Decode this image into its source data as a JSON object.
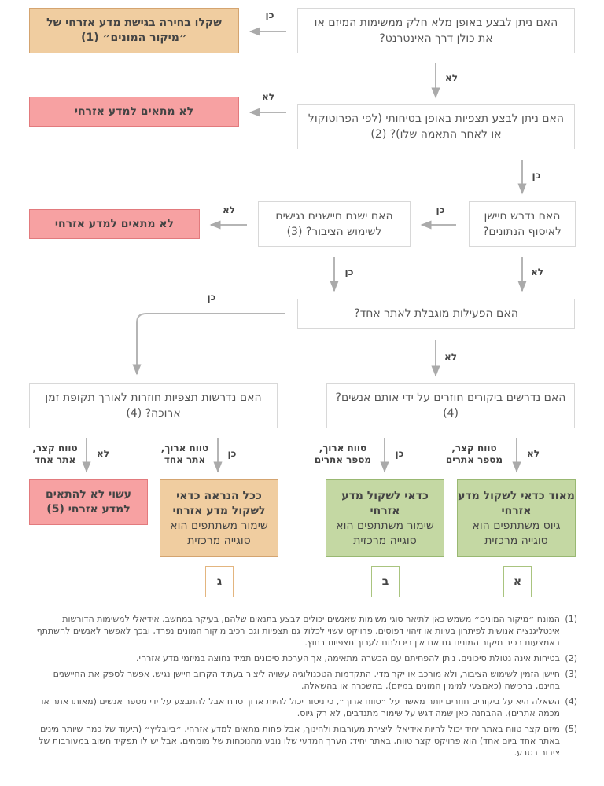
{
  "boxes": {
    "q1": "האם ניתן לבצע באופן מלא חלק ממשימות המיזם או את כולן דרך האינטרנט?",
    "q2": "האם ניתן לבצע תצפיות באופן בטיחותי (לפי הפרוטוקול או לאחר התאמה שלו)? (2)",
    "q3": "האם נדרש חיישן לאיסוף הנתונים?",
    "q4": "האם ישנם חיישנים נגישים לשימוש הציבור? (3)",
    "q5": "האם הפעילות מוגבלת לאתר אחד?",
    "q6": "האם נדרשים ביקורים חוזרים על ידי אותם אנשים? (4)",
    "q7": "האם נדרשות תצפיות חוזרות לאורך תקופת זמן ארוכה? (4)",
    "crowd": "שקלו בחירה בגישת מדע אזרחי של ״מיקור המונים״ (1)",
    "not1": "לא מתאים למדע אזרחי",
    "not2": "לא מתאים למדע אזרחי",
    "out_a_title": "מאוד כדאי לשקול מדע אזרחי",
    "out_a_sub": "גיוס משתתפים הוא סוגייה מרכזית",
    "out_b_title": "כדאי לשקול מדע אזרחי",
    "out_b_sub": "שימור משתתפים הוא סוגייה מרכזית",
    "out_g_title": "ככל הנראה כדאי לשקול מדע אזרחי",
    "out_g_sub": "שימור משתתפים הוא סוגייה מרכזית",
    "out_d": "עשוי לא להתאים למדע אזרחי (5)"
  },
  "tags": {
    "a": "א",
    "b": "ב",
    "g": "ג"
  },
  "labels": {
    "yes": "כן",
    "no": "לא",
    "short_many": "טווח קצר, מספר אתרים",
    "long_many": "טווח ארוך, מספר אתרים",
    "long_one": "טווח ארוך, אתר אחד",
    "short_one": "טווח קצר, אתר אחד"
  },
  "notes": [
    {
      "num": "(1)",
      "text": "המונח ״מיקור המונים״ משמש כאן לתיאר סוגי משימות שאנשים יכולים לבצע בתנאים שלהם, בעיקר במחשב. אידיאלי למשימות הדורשות אינטליגנציה אנושית לפיתרון בעיות או זיהוי דפוסים. פרויקט עשוי לכלול גם תצפיות וגם רכיב מיקור המונים נפרד, ובכך לאפשר לאנשים להשתתף באמצעות רכיב מיקור המונים גם אם אין ביכולתם לערוך תצפיות בחוץ."
    },
    {
      "num": "(2)",
      "text": "בטיחות אינה נטולת סיכונים. ניתן להפחיתם עם הכשרה מתאימה, אך הערכת סיכונים תמיד נחוצה במיזמי מדע אזרחי."
    },
    {
      "num": "(3)",
      "text": "חיישן הזמין לשימוש הציבור, ולא מורכב או יקר מדי. התקדמות הטכנולוגיה עשויה ליצור בעתיד הקרוב חיישן נגיש. אפשר לספק את החיישנים בחינם, ברכישה (כאמצעי למימון המונים במיזם), בהשכרה או בהשאלה."
    },
    {
      "num": "(4)",
      "text": "השאלה היא על ביקורים חוזרים יותר מאשר על ״טווח ארוך״, כי ניטור יכול להיות ארוך טווח אבל להתבצע על ידי מספר אנשים (מאותו אתר או מכמה אתרים). ההבחנה כאן שמה דגש על שימור מתנדבים, לא רק גיוס."
    },
    {
      "num": "(5)",
      "text": "מיזם קצר טווח באתר יחיד יכול להיות אידיאלי ליצירת מעורבות ולחינוך, אבל פחות מתאים למדע אזרחי. ״ביובליץ״ (תיעוד של כמה שיותר מינים באתר אחד ביום אחד) הוא פרויקט קצר טווח, באתר יחיד; הערך המדעי שלו נובע מהנוכחות של מומחים, אבל יש לו תפקיד חשוב במעורבות של ציבור בטבע."
    }
  ]
}
